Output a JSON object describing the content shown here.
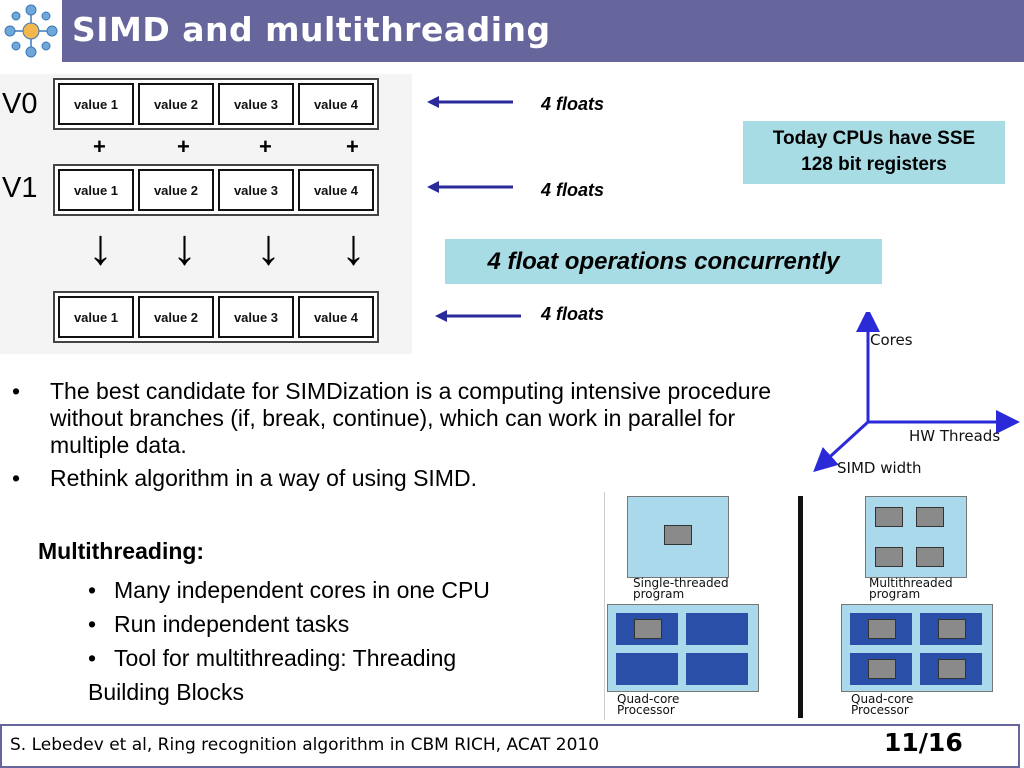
{
  "header": {
    "title": "SIMD and multithreading"
  },
  "registers": {
    "v0_label": "V0",
    "v1_label": "V1",
    "v0_values": [
      "value 1",
      "value 2",
      "value 3",
      "value 4"
    ],
    "v1_values": [
      "value 1",
      "value 2",
      "value 3",
      "value 4"
    ],
    "result_values": [
      "value 1",
      "value 2",
      "value 3",
      "value 4"
    ],
    "plus_signs": [
      "+",
      "+",
      "+",
      "+"
    ],
    "down_arrows": [
      "↓",
      "↓",
      "↓",
      "↓"
    ]
  },
  "annotations": {
    "floats_v0": "4 floats",
    "floats_v1": "4 floats",
    "floats_result": "4 floats"
  },
  "callouts": {
    "sse_line1": "Today CPUs have SSE",
    "sse_line2": "128 bit registers",
    "concurrent": "4 float operations concurrently"
  },
  "bullets": [
    "The best candidate for SIMDization is a computing intensive procedure without branches (if, break, continue), which can work in parallel for multiple data.",
    "Rethink algorithm in a way of using SIMD."
  ],
  "multithreading": {
    "title": "Multithreading:",
    "items": [
      "Many independent cores in one CPU",
      "Run independent tasks",
      "Tool for multithreading: Threading"
    ],
    "continuation": "Building Blocks"
  },
  "axes": {
    "cores": "Cores",
    "hw_threads": "HW Threads",
    "simd_width": "SIMD width"
  },
  "diagram": {
    "single_threaded": [
      "Single-threaded",
      "program"
    ],
    "multithreaded": [
      "Multithreaded",
      "program"
    ],
    "quad_core_left": [
      "Quad-core",
      "Processor"
    ],
    "quad_core_right": [
      "Quad-core",
      "Processor"
    ]
  },
  "footer": {
    "citation": "S. Lebedev et al, Ring recognition algorithm in CBM RICH, ACAT 2010",
    "page": "11/16"
  },
  "colors": {
    "header_bar": "#66659c",
    "callout_bg": "#a8dce4",
    "arrow_blue": "#2a2a9a",
    "core_blue": "#2a4fa8",
    "light_blue": "#a9d9ea"
  }
}
